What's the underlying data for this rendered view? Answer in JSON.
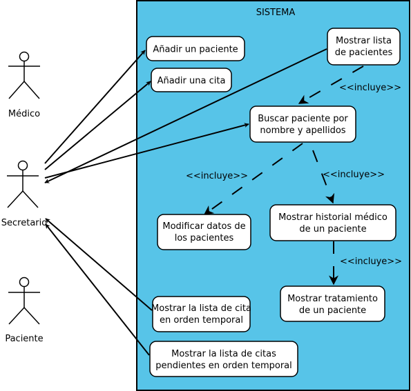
{
  "system": {
    "title": "SISTEMA",
    "fill_color": "#57c4e8"
  },
  "actors": [
    {
      "id": "medico",
      "label": "Médico"
    },
    {
      "id": "secretario",
      "label": "Secretario"
    },
    {
      "id": "paciente",
      "label": "Paciente"
    }
  ],
  "use_cases": [
    {
      "id": "anadir-paciente",
      "lines": [
        "Añadir un paciente"
      ]
    },
    {
      "id": "anadir-cita",
      "lines": [
        "Añadir una cita"
      ]
    },
    {
      "id": "mostrar-lista-pacientes",
      "lines": [
        "Mostrar lista",
        "de pacientes"
      ]
    },
    {
      "id": "buscar-paciente",
      "lines": [
        "Buscar paciente por",
        "nombre y apellidos"
      ]
    },
    {
      "id": "modificar-datos",
      "lines": [
        "Modificar datos de",
        "los pacientes"
      ]
    },
    {
      "id": "mostrar-historial",
      "lines": [
        "Mostrar historial médico",
        "de un paciente"
      ]
    },
    {
      "id": "mostrar-tratamiento",
      "lines": [
        "Mostrar tratamiento",
        "de un paciente"
      ]
    },
    {
      "id": "lista-cita-temporal",
      "lines": [
        "Mostrar la lista de cita",
        "en orden temporal"
      ]
    },
    {
      "id": "lista-citas-pendientes",
      "lines": [
        "Mostrar la lista de citas",
        "pendientes en orden temporal"
      ]
    }
  ],
  "relations": [
    {
      "id": "include-lista-buscar",
      "label": "<<incluye>>"
    },
    {
      "id": "include-buscar-modificar",
      "label": "<<incluye>>"
    },
    {
      "id": "include-buscar-historial",
      "label": "<<incluye>>"
    },
    {
      "id": "include-historial-tratamiento",
      "label": "<<incluye>>"
    }
  ]
}
